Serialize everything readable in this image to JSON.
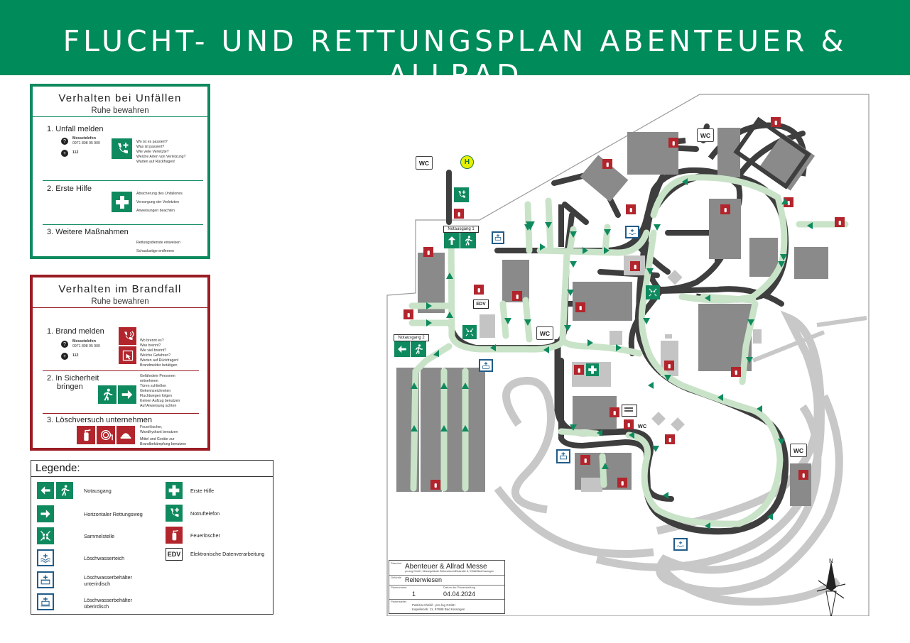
{
  "header": {
    "title": "FLUCHT- UND RETTUNGSPLAN ABENTEUER & ALLRAD"
  },
  "accident": {
    "title": "Verhalten bei Unfällen",
    "subtitle": "Ruhe bewahren",
    "step1": "1. Unfall melden",
    "phone_label": "Messetelefon",
    "phone_number": "0971 898 95 900",
    "emergency_number": "112",
    "questions": [
      "Wo ist es passiert?",
      "Was ist passiert?",
      "Wie viele Verletzte?",
      "Welche Arten von Verletzung?",
      "Warten auf Rückfragen!"
    ],
    "step2": "2. Erste Hilfe",
    "first_aid": [
      "Absicherung des Unfallortes",
      "Versorgung der Verletzten",
      "Anweisungen beachten"
    ],
    "step3": "3. Weitere Maßnahmen",
    "further": [
      "Rettungsdienste einweisen",
      "Schaulustige entfernen"
    ]
  },
  "fire": {
    "title": "Verhalten im Brandfall",
    "subtitle": "Ruhe bewahren",
    "step1": "1. Brand melden",
    "phone_label": "Messetelefon",
    "phone_number": "0971 898 95 900",
    "emergency_number": "112",
    "questions": [
      "Wo brennt es?",
      "Was brennt?",
      "Wie viel brennt?",
      "Welche Gefahren?",
      "Warten auf Rückfragen!",
      "Brandmelder betätigen"
    ],
    "step2a": "2. In Sicherheit",
    "step2b": "bringen",
    "safety": [
      "Gefährdete Personen",
      "mitnehmen",
      "Türen schließen",
      "Gekennzeichneten",
      "Fluchtwegen folgen",
      "Keinen Aufzug benutzen",
      "Auf Anweisung achten"
    ],
    "step3": "3. Löschversuch unternehmen",
    "extinguish": [
      "Feuerlöscher,",
      "Wandhydrant benutzen",
      "Mittel und Geräte zur",
      "Brandbekämpfung benutzen"
    ]
  },
  "legend": {
    "title": "Legende:",
    "items": {
      "notausgang": "Notausgang",
      "rettungsweg": "Horizontaler Rettungsweg",
      "sammelstelle": "Sammelstelle",
      "teich": "Löschwasserteich",
      "unterirdisch_1": "Löschwasserbehälter",
      "unterirdisch_2": "unterirdisch",
      "oberirdisch_1": "Löschwasserbehälter",
      "oberirdisch_2": "überirdisch",
      "erste_hilfe": "Erste Hilfe",
      "notruftelefon": "Notruftelefon",
      "feuerloescher": "Feuerlöscher",
      "edv": "Elektronische Datenverarbeitung",
      "edv_tag": "EDV"
    }
  },
  "map": {
    "wc": "WC",
    "helipad": "H",
    "exit1": "Notausgang 1",
    "exit2": "Notausgang 2",
    "edv": "EDV",
    "north": "N"
  },
  "titleblock": {
    "standort_label": "Standort",
    "standort": "Abenteuer & Allrad Messe",
    "standort_small": "pro-log GmbH, Messegelände Reiterwiesen/Eisstraße 8, 97688 Bad Kissingen",
    "gelaende_label": "Gelände",
    "gelaende": "Reiterwiesen",
    "plan_label": "Plannummer",
    "plan_no": "1",
    "datum_label": "Datum der Planerstellung",
    "datum": "04.04.2024",
    "planer_label": "Planersteller",
    "planer_1": "Patrizia Chebil - pro-log GmbH",
    "planer_2": "Kapellenstr. 11, 97688 Bad Kissingen"
  },
  "colors": {
    "brand_green": "#008b5a",
    "fire_red": "#9b1c24",
    "water_blue": "#1f5c8a",
    "route_light": "#c9e3c8",
    "building_gray": "#8a8a8a"
  }
}
